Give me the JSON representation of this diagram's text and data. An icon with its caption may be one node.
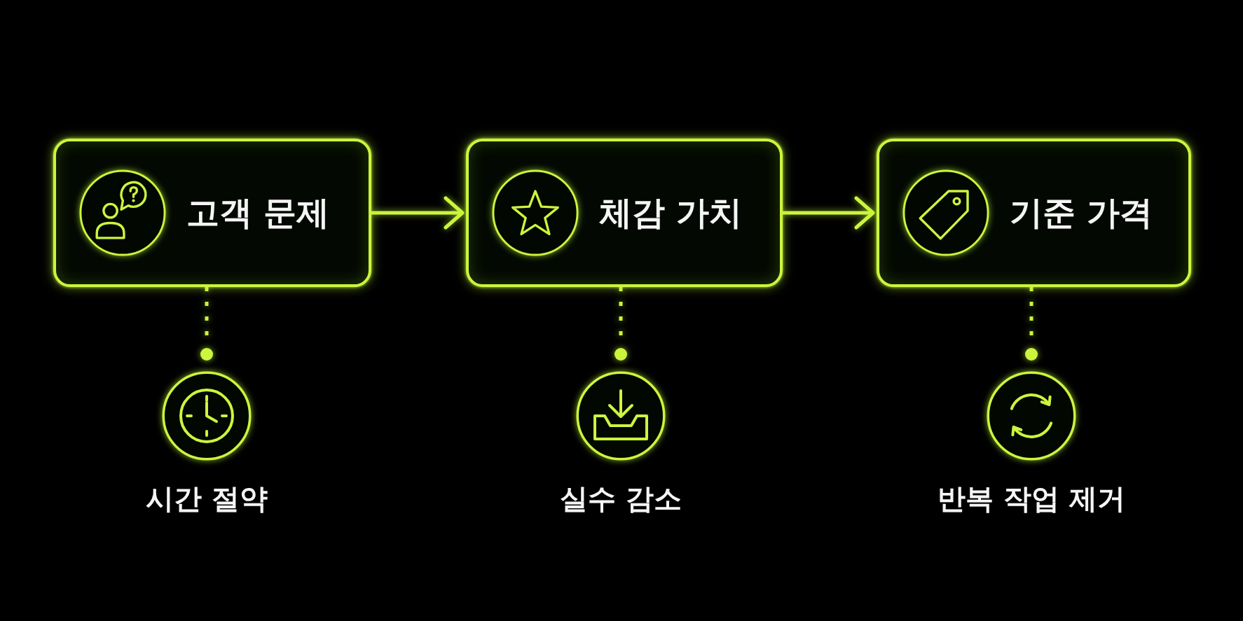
{
  "diagram": {
    "nodes": [
      {
        "text": [
          "고객 문제"
        ]
      },
      {
        "text": [
          "체감 가치"
        ]
      },
      {
        "text": [
          "기준 가격"
        ]
      },
      {
        "text": [],
        "shape": "circle",
        "beside": [
          "시간 절약"
        ]
      },
      {
        "text": [],
        "shape": "circle",
        "beside": [
          "실수 감소"
        ]
      },
      {
        "text": [],
        "shape": "circle",
        "beside": [
          "반복 작업 제거"
        ]
      }
    ],
    "edges": [
      {
        "from": 0,
        "to": 1,
        "arrow": "to"
      },
      {
        "from": 1,
        "to": 2,
        "arrow": "to"
      },
      {
        "from": 0,
        "to": 3,
        "arrow": "other",
        "style": "dashed"
      },
      {
        "from": 1,
        "to": 4,
        "arrow": "other",
        "style": "dashed"
      },
      {
        "from": 2,
        "to": 5,
        "arrow": "other",
        "style": "dashed"
      }
    ]
  }
}
